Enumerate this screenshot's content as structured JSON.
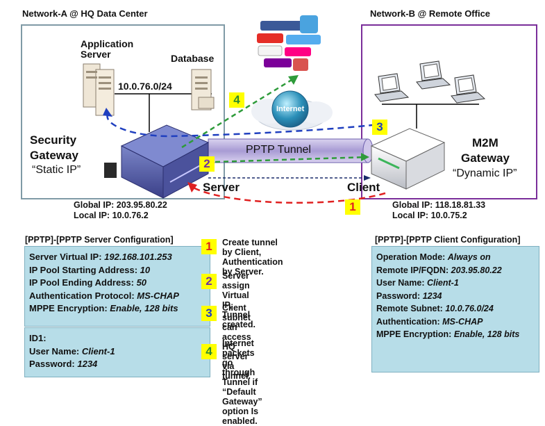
{
  "network_a": {
    "title": "Network-A @ HQ Data Center",
    "app_server": "Application\nServer",
    "database": "Database",
    "subnet": "10.0.76.0/24",
    "gateway_line1": "Security",
    "gateway_line2": "Gateway",
    "gateway_ip_type": "“Static IP”",
    "global_ip": "Global IP: 203.95.80.22",
    "local_ip": "Local IP: 10.0.76.2"
  },
  "network_b": {
    "title": "Network-B @ Remote Office",
    "gateway_line1": "M2M",
    "gateway_line2": "Gateway",
    "gateway_ip_type": "“Dynamic IP”",
    "global_ip": "Global IP: 118.18.81.33",
    "local_ip": "Local IP: 10.0.75.2"
  },
  "internet_label": "Internet",
  "tunnel_label": "PPTP Tunnel",
  "server_label": "Server",
  "client_label": "Client",
  "badges": [
    "1",
    "2",
    "3",
    "4"
  ],
  "server_config": {
    "title": "[PPTP]-[PPTP Server Configuration]",
    "rows": [
      {
        "k": "Server Virtual IP: ",
        "v": "192.168.101.253"
      },
      {
        "k": "IP Pool Starting Address: ",
        "v": "10"
      },
      {
        "k": "IP Pool Ending Address:  ",
        "v": "50"
      },
      {
        "k": "Authentication Protocol: ",
        "v": "MS-CHAP"
      },
      {
        "k": "MPPE Encryption: ",
        "v": "Enable, 128 bits"
      }
    ],
    "id_title": "ID1:",
    "id_rows": [
      {
        "k": "User Name: ",
        "v": "Client-1"
      },
      {
        "k": "Password: ",
        "v": "1234"
      }
    ]
  },
  "client_config": {
    "title": "[PPTP]-[PPTP Client Configuration]",
    "rows": [
      {
        "k": "Operation Mode: ",
        "v": "Always on"
      },
      {
        "k": "Remote IP/FQDN: ",
        "v": "203.95.80.22"
      },
      {
        "k": "User Name: ",
        "v": "Client-1"
      },
      {
        "k": "Password: ",
        "v": "1234"
      },
      {
        "k": "Remote Subnet: ",
        "v": "10.0.76.0/24"
      },
      {
        "k": "Authentication:  ",
        "v": "MS-CHAP"
      },
      {
        "k": "MPPE Encryption: ",
        "v": "Enable, 128 bits"
      }
    ]
  },
  "steps": [
    {
      "num": "1",
      "text": "Create tunnel by Client,\nAuthentication by Server."
    },
    {
      "num": "2",
      "text": "Server assign Virtual IP,\nTunnel created."
    },
    {
      "num": "3",
      "text": "Client subnet can access\nHQ server via  tunnel."
    },
    {
      "num": "4",
      "text": "Internet packets go through\nTunnel if  “Default Gateway”\noption Is enabled."
    }
  ],
  "colors": {
    "step1": "#e02020",
    "step2": "#7030a0",
    "step3": "#1f3fbf",
    "step4": "#2e8b2e",
    "panel": "#b7dde8"
  }
}
